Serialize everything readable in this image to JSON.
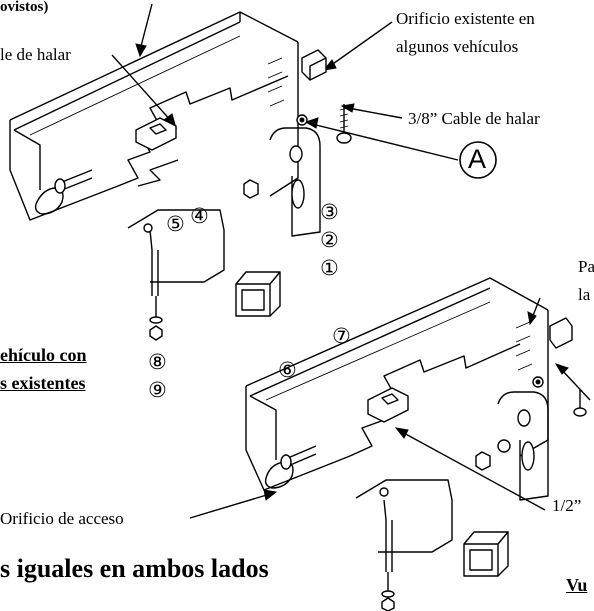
{
  "labels": {
    "top_left_fragment": "ovistos)",
    "pull_cable_left": "le de halar",
    "existing_hole": "Orificio existente en",
    "existing_hole_2": "algunos vehículos",
    "pull_cable_38": "3/8” Cable de halar",
    "access_hole": "Orificio de acceso",
    "both_sides": "s iguales en ambos lados",
    "vehicle_with": "ehículo con",
    "existing_holes": "s existentes",
    "right_fragment_pa": "Pa",
    "right_fragment_la": "la",
    "half_inch": "1/2”",
    "view_fragment": "Vu",
    "callout_a": "A"
  },
  "callouts": {
    "c1": "①",
    "c2": "②",
    "c3": "③",
    "c4": "④",
    "c5": "⑤",
    "c6": "⑥",
    "c7": "⑦",
    "c8": "⑧",
    "c9": "⑨"
  }
}
